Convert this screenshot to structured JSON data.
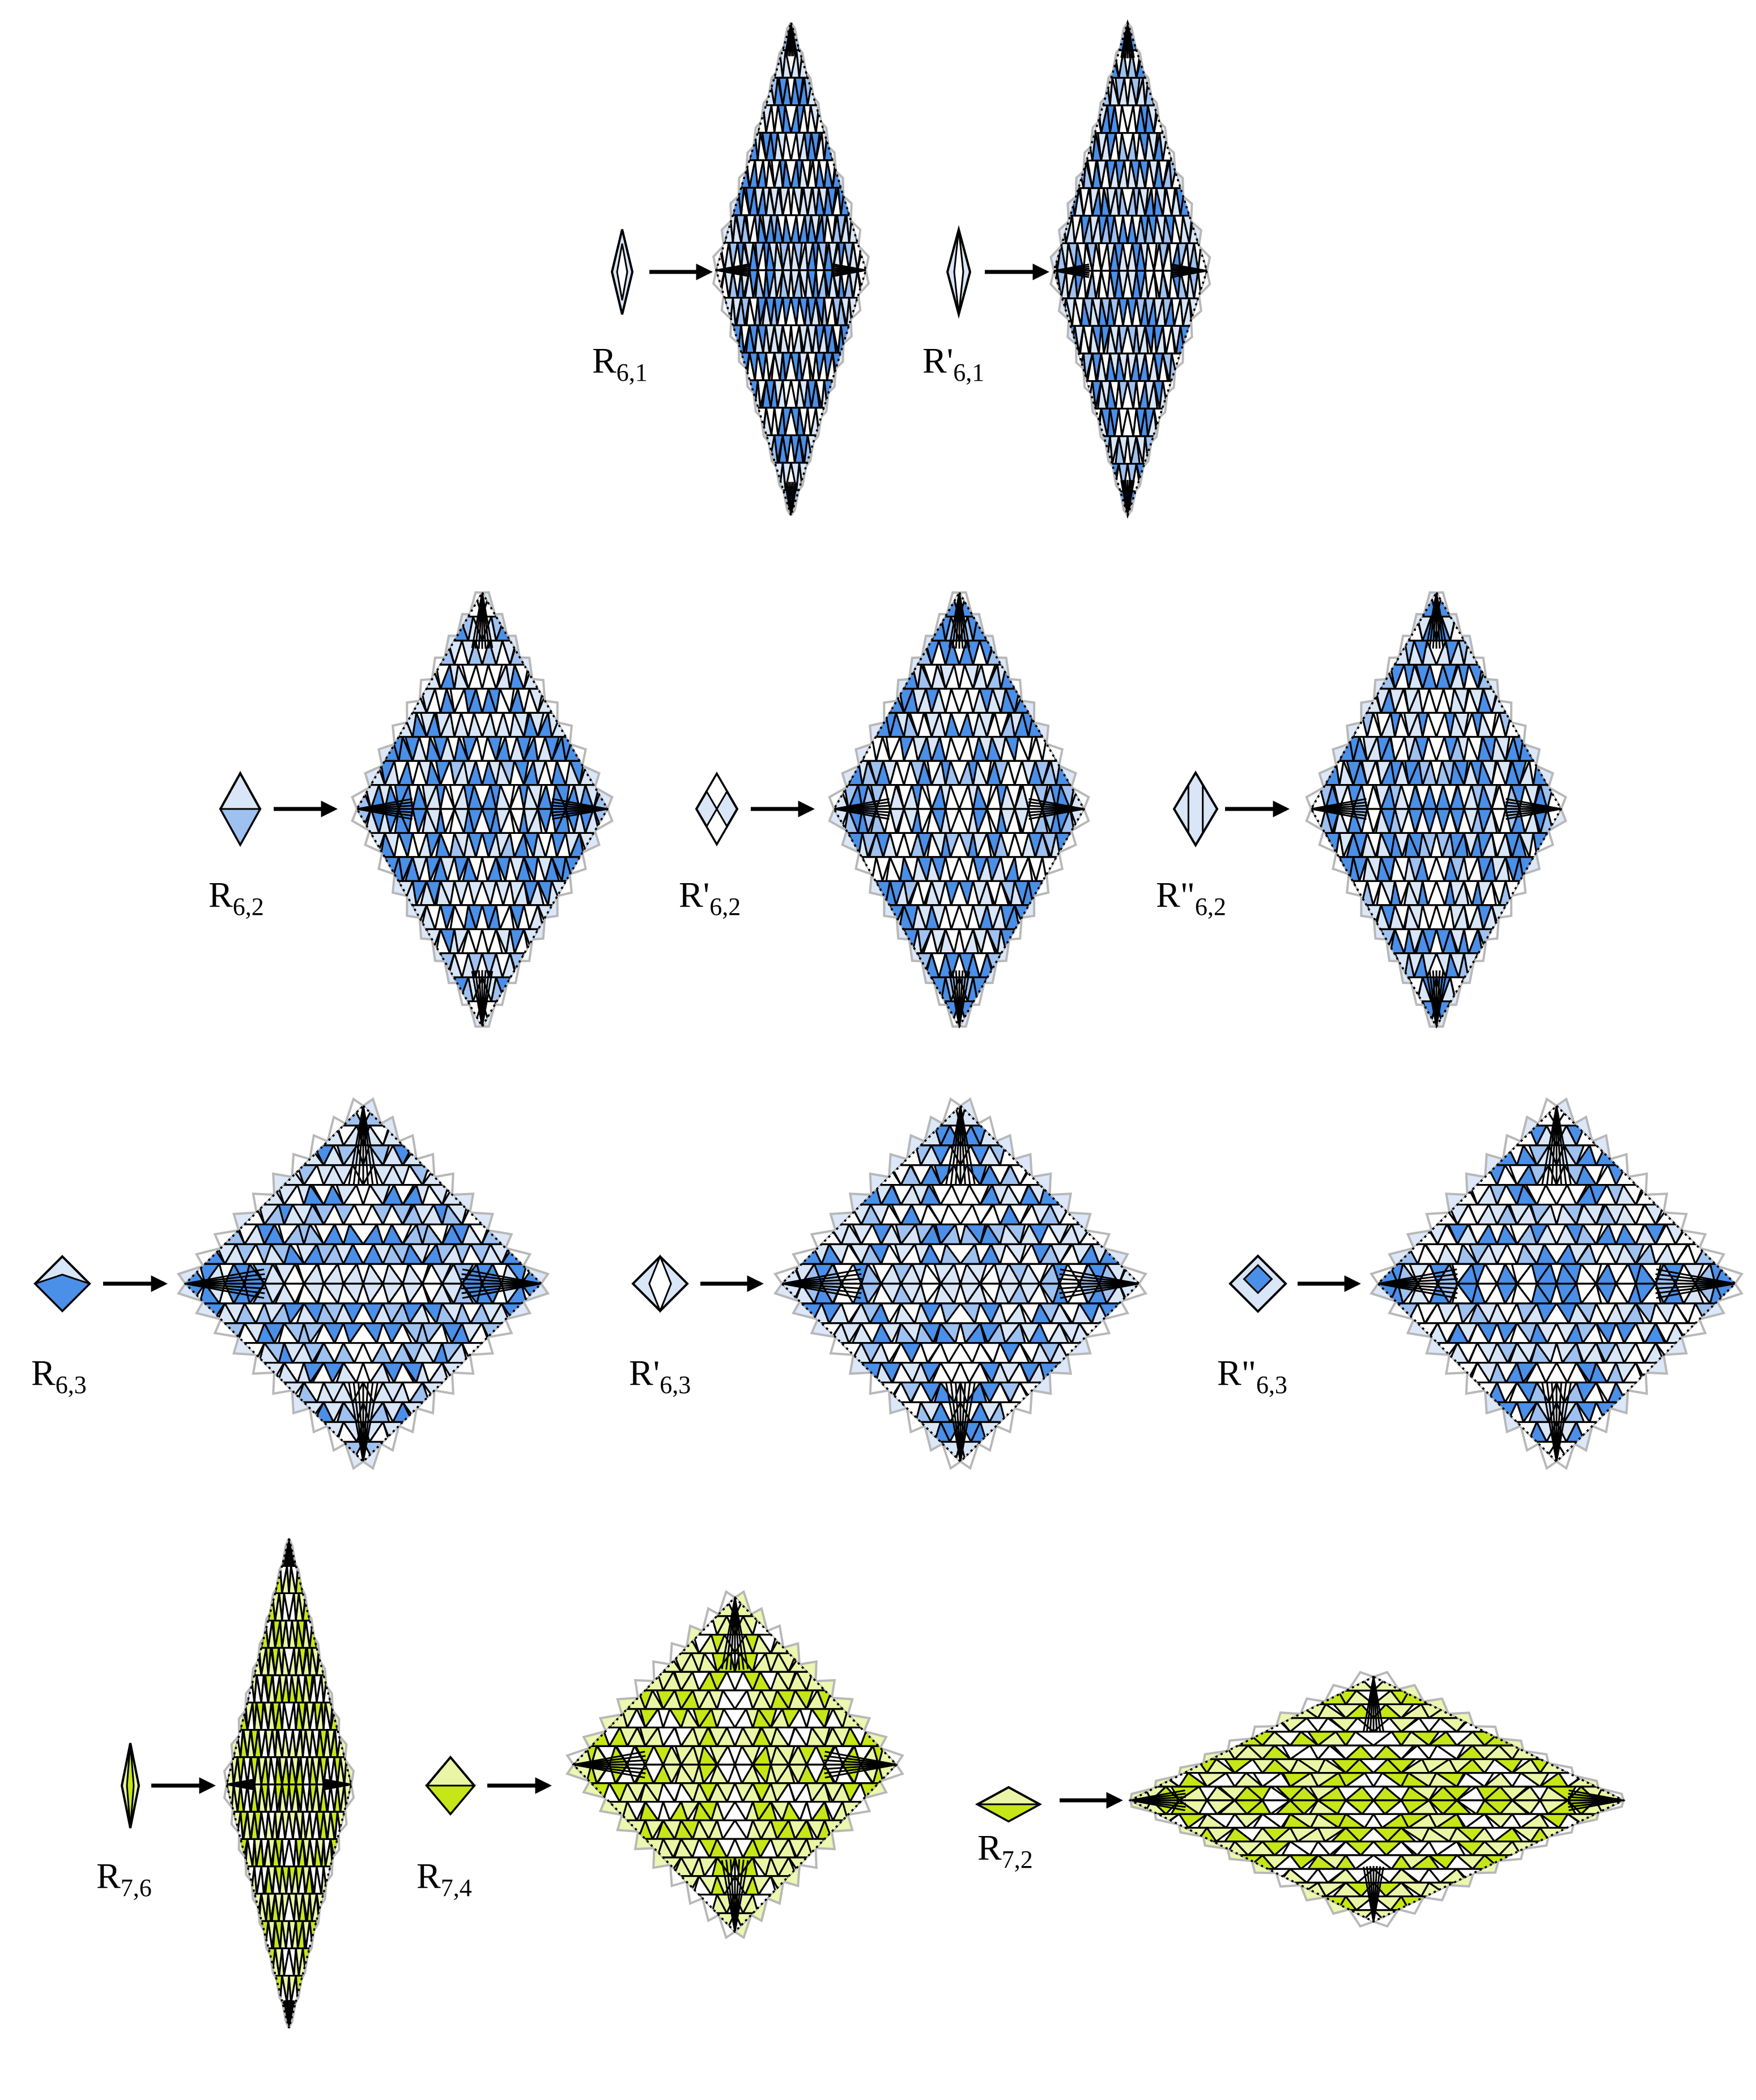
{
  "colors": {
    "blue_dark": "#4a8fe8",
    "blue_mid": "#9ec1f0",
    "blue_light": "#d8e6f8",
    "green_dark": "#c6e617",
    "green_light": "#eaf6a6",
    "outline_grey": "#b8b8b8",
    "stroke": "#000000",
    "background": "#ffffff"
  },
  "icons": {
    "arrow": "right-arrow-icon"
  },
  "rules": [
    {
      "id": "r61",
      "base": "R",
      "prime": "",
      "sub": "6,1",
      "palette": "blue",
      "prototile": "thin-rhomb"
    },
    {
      "id": "r61p",
      "base": "R",
      "prime": "'",
      "sub": "6,1",
      "palette": "blue",
      "prototile": "thin-rhomb-striped"
    },
    {
      "id": "r62",
      "base": "R",
      "prime": "",
      "sub": "6,2",
      "palette": "blue",
      "prototile": "rhomb-split"
    },
    {
      "id": "r62p",
      "base": "R",
      "prime": "'",
      "sub": "6,2",
      "palette": "blue",
      "prototile": "rhomb-quartered"
    },
    {
      "id": "r62pp",
      "base": "R",
      "prime": "\"",
      "sub": "6,2",
      "palette": "blue",
      "prototile": "rhomb-banded"
    },
    {
      "id": "r63",
      "base": "R",
      "prime": "",
      "sub": "6,3",
      "palette": "blue",
      "prototile": "square-chevron"
    },
    {
      "id": "r63p",
      "base": "R",
      "prime": "'",
      "sub": "6,3",
      "palette": "blue",
      "prototile": "square-striped"
    },
    {
      "id": "r63pp",
      "base": "R",
      "prime": "\"",
      "sub": "6,3",
      "palette": "blue",
      "prototile": "square-nested"
    },
    {
      "id": "r76",
      "base": "R",
      "prime": "",
      "sub": "7,6",
      "palette": "green",
      "prototile": "needle-rhomb"
    },
    {
      "id": "r74",
      "base": "R",
      "prime": "",
      "sub": "7,4",
      "palette": "green",
      "prototile": "square-split"
    },
    {
      "id": "r72",
      "base": "R",
      "prime": "",
      "sub": "7,2",
      "palette": "green",
      "prototile": "wide-rhomb"
    }
  ]
}
